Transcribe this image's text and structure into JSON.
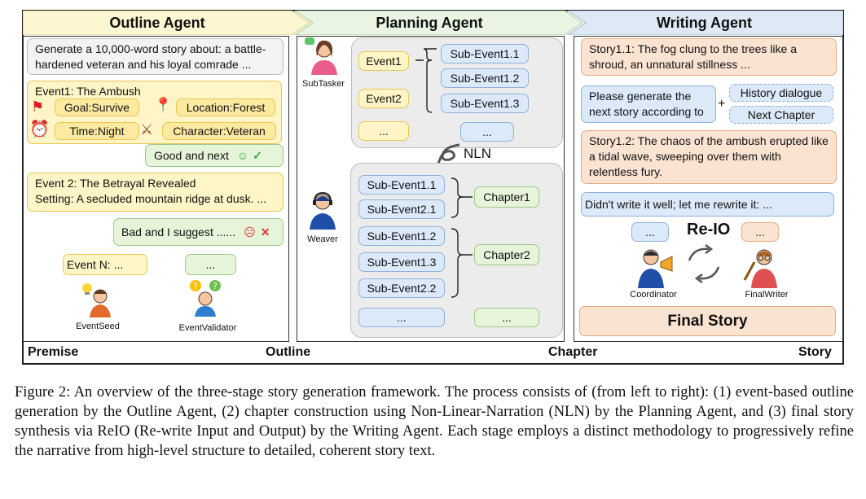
{
  "headers": {
    "outline": "Outline Agent",
    "planning": "Planning Agent",
    "writing": "Writing Agent"
  },
  "colors": {
    "outline_header": "#fdf6d2",
    "planning_header": "#e9f4e3",
    "writing_header": "#dfe9f6"
  },
  "outline": {
    "premise_text": "Generate a 10,000-word story about: a battle-hardened veteran and his loyal comrade ...",
    "event1_title": "Event1: The Ambush",
    "event1_goal": "Goal:Survive",
    "event1_location": "Location:Forest",
    "event1_time": "Time:Night",
    "event1_character": "Character:Veteran",
    "good_feedback": "Good and next",
    "event2_line1": "Event 2: The Betrayal Revealed",
    "event2_line2": "Setting: A secluded mountain ridge at dusk. ...",
    "bad_feedback": "Bad and I suggest ......",
    "eventN": "Event N: ...",
    "ellipsis": "...",
    "eventseed_label": "EventSeed",
    "eventvalidator_label": "EventValidator"
  },
  "planning": {
    "subtasker_label": "SubTasker",
    "weaver_label": "Weaver",
    "events": [
      "Event1",
      "Event2",
      "..."
    ],
    "top_subevents": [
      "Sub-Event1.1",
      "Sub-Event1.2",
      "Sub-Event1.3",
      "..."
    ],
    "nln_label": "NLN",
    "chapter1_subevents": [
      "Sub-Event1.1",
      "Sub-Event2.1"
    ],
    "chapter2_subevents": [
      "Sub-Event1.2",
      "Sub-Event1.3",
      "Sub-Event2.2"
    ],
    "chapter1": "Chapter1",
    "chapter2": "Chapter2",
    "bottom_ellipsis_left": "...",
    "bottom_ellipsis_right": "..."
  },
  "writing": {
    "story11": "Story1.1: The fog clung to the trees like a shroud, an unnatural stillness ...",
    "prompt": "Please generate the next story according to",
    "plus": "+",
    "history": "History dialogue",
    "next_chapter": "Next Chapter",
    "story12": "Story1.2: The chaos of the ambush erupted like a tidal wave, sweeping over them with relentless fury.",
    "rewrite": "Didn't write it well; let me rewrite it: ...",
    "reio": "Re-IO",
    "ellipsis_left": "...",
    "ellipsis_right": "...",
    "coordinator_label": "Coordinator",
    "finalwriter_label": "FinalWriter",
    "final_story": "Final Story"
  },
  "footer": {
    "premise": "Premise",
    "outline": "Outline",
    "chapter": "Chapter",
    "story": "Story"
  },
  "caption": "Figure 2: An overview of the three-stage story generation framework. The process consists of (from left to right): (1) event-based outline generation by the Outline Agent, (2) chapter construction using Non-Linear-Narration (NLN) by the Planning Agent, and (3) final story synthesis via ReIO (Re-write Input and Output) by the Writing Agent. Each stage employs a distinct methodology to progressively refine the narrative from high-level structure to detailed, coherent story text.",
  "icons": [
    "flag-icon",
    "map-pin-icon",
    "clock-icon",
    "character-icon",
    "smile-icon",
    "check-icon",
    "frown-icon",
    "cross-icon",
    "lightbulb-icon",
    "question-icon",
    "person-icon",
    "headset-icon",
    "megaphone-icon",
    "pen-icon",
    "cycle-arrows-icon",
    "loop-arrow-icon"
  ]
}
